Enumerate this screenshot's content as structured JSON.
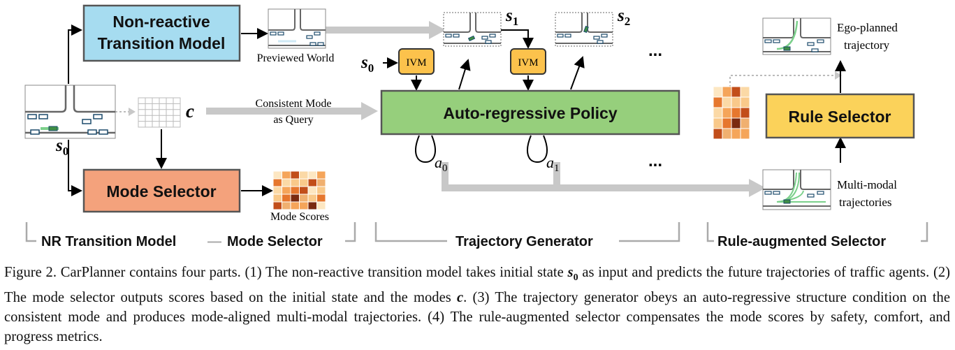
{
  "boxes": {
    "nr_transition_model": "Non-reactive Transition Model",
    "mode_selector": "Mode Selector",
    "autoregressive_policy": "Auto-regressive Policy",
    "rule_selector": "Rule Selector",
    "ivm": "IVM"
  },
  "labels": {
    "previewed_world": "Previewed World",
    "consistent_mode_line1": "Consistent Mode",
    "consistent_mode_line2": "as Query",
    "mode_scores": "Mode Scores",
    "ego_planned_line1": "Ego-planned",
    "ego_planned_line2": "trajectory",
    "multi_modal_line1": "Multi-modal",
    "multi_modal_line2": "trajectories",
    "ellipsis": "..."
  },
  "math": {
    "s0": "s",
    "s0_sub": "0",
    "s1": "s",
    "s1_sub": "1",
    "s2": "s",
    "s2_sub": "2",
    "c": "c",
    "a0": "a",
    "a0_sub": "0",
    "a1": "a",
    "a1_sub": "1"
  },
  "sections": {
    "nr": "NR Transition Model",
    "dash": "—",
    "ms": "Mode Selector",
    "tg": "Trajectory Generator",
    "ras": "Rule-augmented Selector"
  },
  "caption": {
    "fig": "Figure 2.",
    "t1": "CarPlanner contains four parts.  (1) The non-reactive transition model takes initial state",
    "m1": "s",
    "m1sub": "0",
    "t2": "as input and predicts the future trajectories of traffic agents. (2) The mode selector outputs scores based on the initial state and the modes",
    "m2": "c",
    "t3": ". (3) The trajectory generator obeys an auto-regressive structure condition on the consistent mode and produces mode-aligned multi-modal trajectories.  (4) The rule-augmented selector compensates the mode scores by safety, comfort, and progress metrics."
  },
  "colors": {
    "nr_fill": "#a6dcf0",
    "ms_fill": "#f4a27c",
    "policy_fill": "#96cf7c",
    "rule_fill": "#fbd25a",
    "ivm_fill": "#fcc24c",
    "arrow_gray": "#c8c8c8"
  }
}
